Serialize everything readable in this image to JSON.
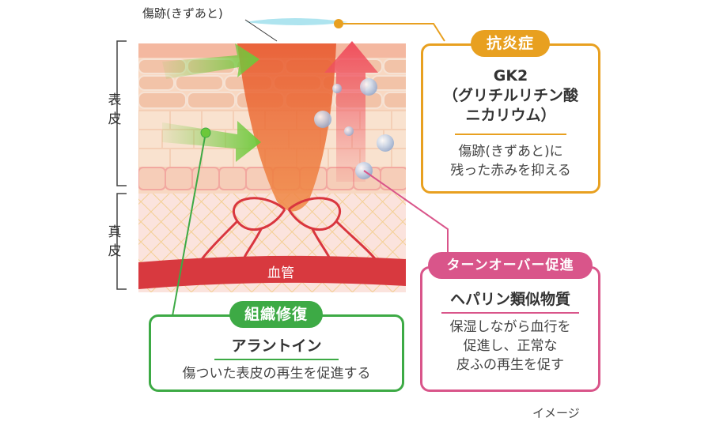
{
  "labels": {
    "wound": "傷跡(きずあと)",
    "epidermis": "表皮",
    "dermis": "真皮",
    "blood_vessel": "血管",
    "image_note": "イメージ"
  },
  "anti_inflammatory": {
    "title": "抗炎症",
    "ingredient_line1": "GK2",
    "ingredient_line2": "（グリチルリチン酸",
    "ingredient_line3": "ニカリウム）",
    "desc_line1": "傷跡(きずあと)に",
    "desc_line2": "残った赤みを抑える",
    "color": "#E8A020"
  },
  "turnover": {
    "title": "ターンオーバー促進",
    "ingredient": "ヘパリン類似物質",
    "desc_line1": "保湿しながら血行を",
    "desc_line2": "促進し、正常な",
    "desc_line3": "皮ふの再生を促す",
    "color": "#D9558A"
  },
  "tissue_repair": {
    "title": "組織修復",
    "ingredient": "アラントイン",
    "desc": "傷ついた表皮の再生を促進する",
    "color": "#3DAA45"
  }
}
